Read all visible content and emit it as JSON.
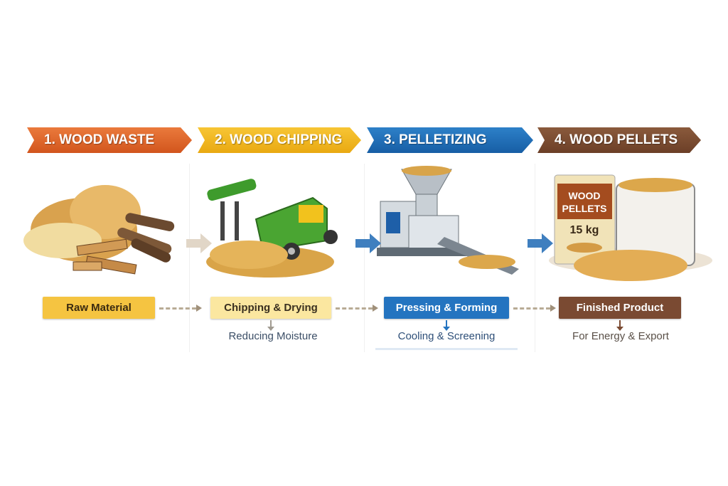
{
  "stages": [
    {
      "title": "1. WOOD WASTE",
      "color": "#de5f25",
      "label": "Raw Material",
      "label_color": "#f5c441",
      "label_text_color": "#3a2a10",
      "sub": ""
    },
    {
      "title": "2. WOOD CHIPPING",
      "color": "#f0b21a",
      "label": "Chipping & Drying",
      "label_color": "#fbe7a0",
      "label_text_color": "#3a3020",
      "sub": "Reducing Moisture"
    },
    {
      "title": "3. PELLETIZING",
      "color": "#1d6db6",
      "label": "Pressing & Forming",
      "label_color": "#2474c0",
      "label_text_color": "#ffffff",
      "sub": "Cooling & Screening"
    },
    {
      "title": "4. WOOD PELLETS",
      "color": "#7b4b30",
      "label": "Finished Product",
      "label_color": "#7a4a32",
      "label_text_color": "#ffffff",
      "sub": "For Energy & Export"
    }
  ],
  "bag": {
    "line1": "WOOD",
    "line2": "PELLETS",
    "weight": "15 kg"
  },
  "icons": [
    "wood-pile-icon",
    "wood-chipper-icon",
    "pellet-mill-icon",
    "pellet-bags-icon",
    "arrow-right-icon",
    "arrow-down-icon"
  ]
}
